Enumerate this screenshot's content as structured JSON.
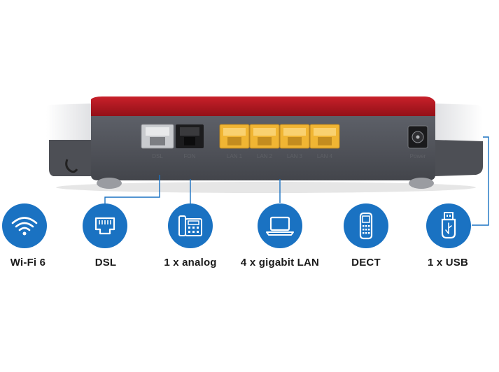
{
  "ports": {
    "dsl": "DSL",
    "fon": "FON",
    "lan": [
      "LAN 1",
      "LAN 2",
      "LAN 3",
      "LAN 4"
    ],
    "power": "Power"
  },
  "features": [
    {
      "label": "Wi-Fi 6",
      "icon": "wifi-icon"
    },
    {
      "label": "DSL",
      "icon": "network-port-icon"
    },
    {
      "label": "1 x analog",
      "icon": "telephone-icon"
    },
    {
      "label": "4 x gigabit LAN",
      "icon": "laptop-icon"
    },
    {
      "label": "DECT",
      "icon": "cordless-phone-icon"
    },
    {
      "label": "1 x USB",
      "icon": "usb-icon"
    }
  ],
  "colors": {
    "icon_blue": "#1a72c2",
    "router_red": "#b3131d",
    "router_body": "#505259",
    "lan_yellow": "#f0b533"
  }
}
